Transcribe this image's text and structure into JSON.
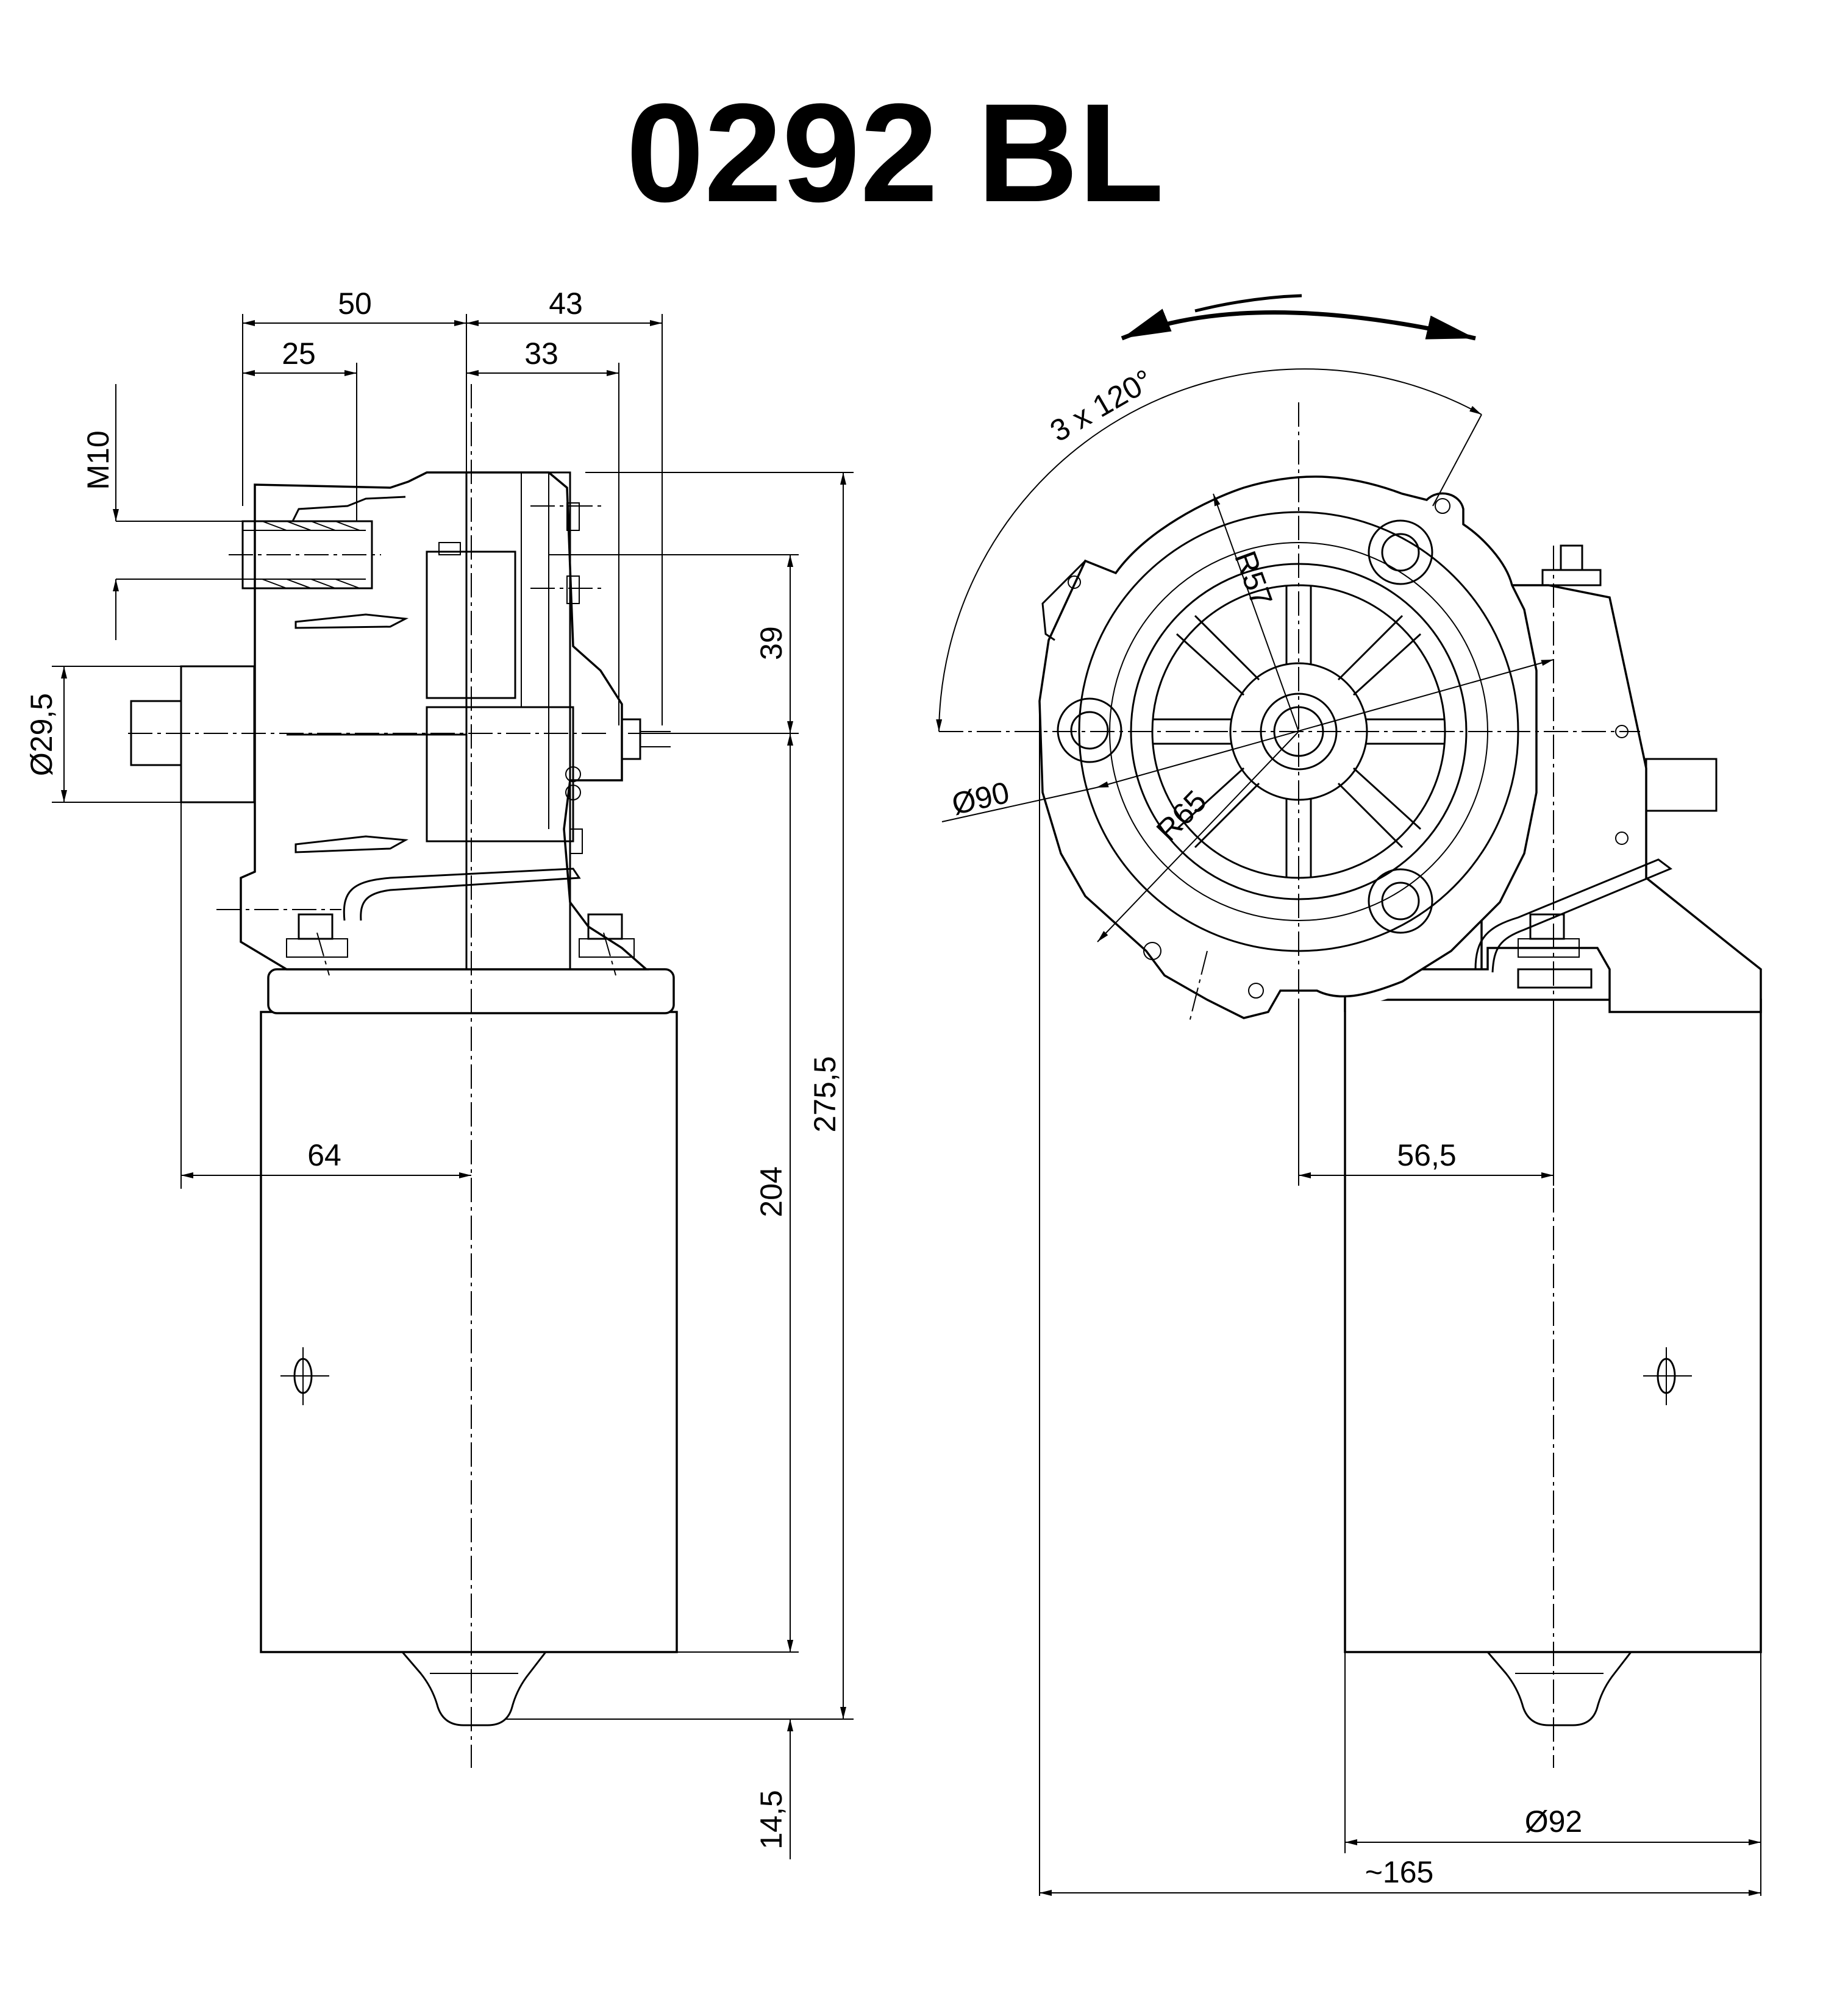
{
  "title": "0292 BL",
  "dimensions": {
    "d50": "50",
    "d25": "25",
    "d43": "43",
    "d33": "33",
    "m10": "M10",
    "d29_5": "Ø29,5",
    "d39": "39",
    "d64": "64",
    "d275_5": "275,5",
    "d204": "204",
    "d14_5": "14,5",
    "angle": "3 x 120°",
    "r57": "R57",
    "d90": "Ø90",
    "r65": "R65",
    "d56_5": "56,5",
    "d92": "Ø92",
    "d165": "~165"
  }
}
